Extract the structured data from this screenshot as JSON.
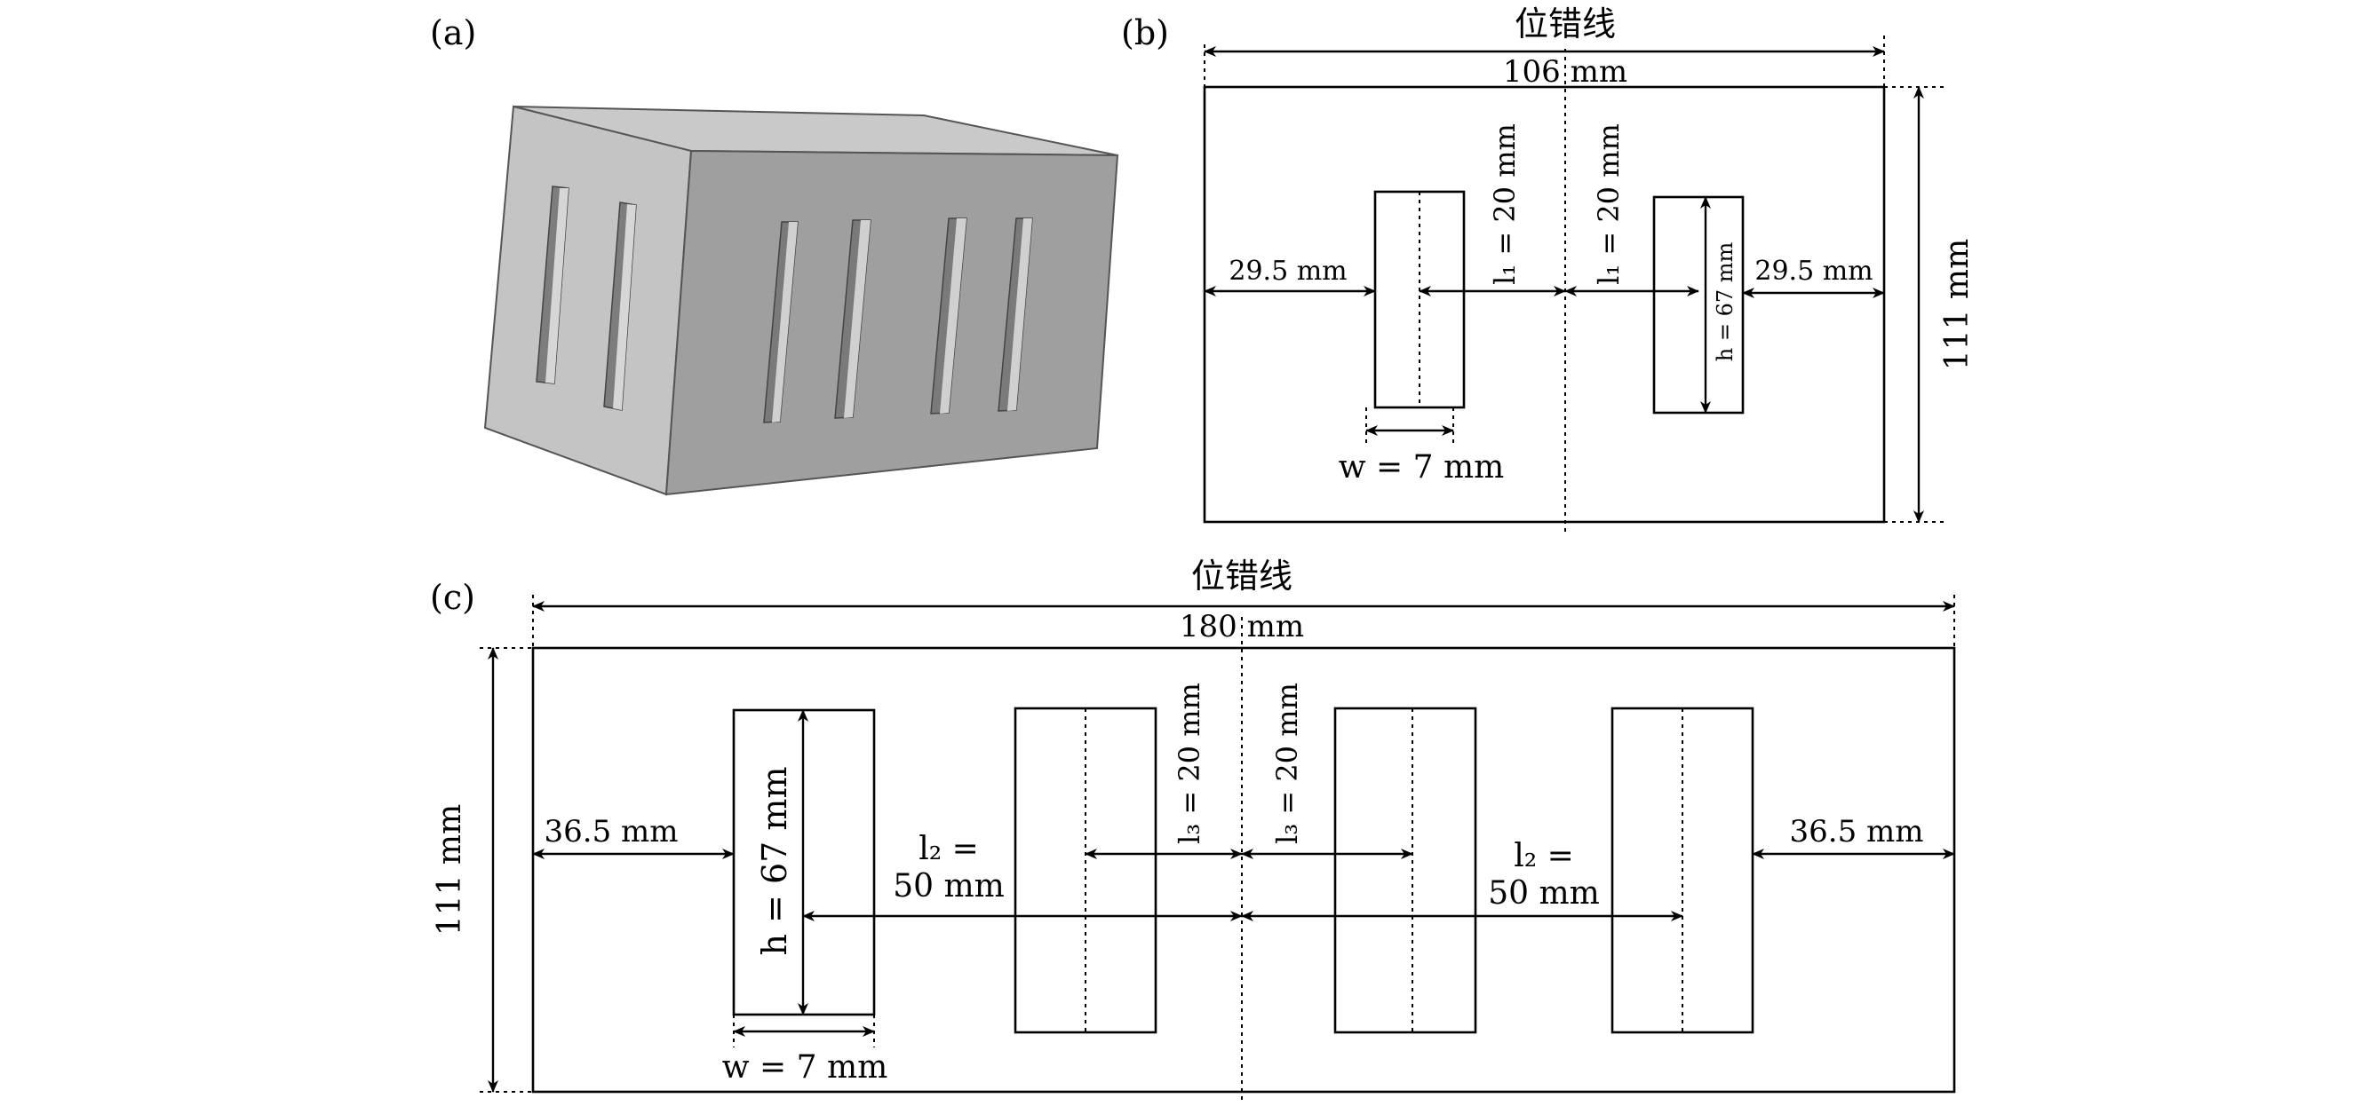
{
  "panels": {
    "a": {
      "label": "(a)"
    },
    "b": {
      "label": "(b)",
      "top_label": "位错线",
      "width_label": "106 mm",
      "height_label": "111 mm",
      "left_margin": "29.5 mm",
      "right_margin": "29.5 mm",
      "l1_left": "l₁ = 20 mm",
      "l1_right": "l₁ = 20 mm",
      "h_label": "h = 67 mm",
      "w_label": "w = 7 mm"
    },
    "c": {
      "label": "(c)",
      "top_label": "位错线",
      "width_label": "180 mm",
      "height_label": "111 mm",
      "left_margin": "36.5 mm",
      "right_margin": "36.5 mm",
      "l2_left_1": "l₂ =",
      "l2_left_2": "50 mm",
      "l2_right_1": "l₂ =",
      "l2_right_2": "50 mm",
      "l3_left": "l₃ = 20 mm",
      "l3_right": "l₃ = 20 mm",
      "h_label": "h = 67 mm",
      "w_label": "w = 7 mm"
    }
  }
}
